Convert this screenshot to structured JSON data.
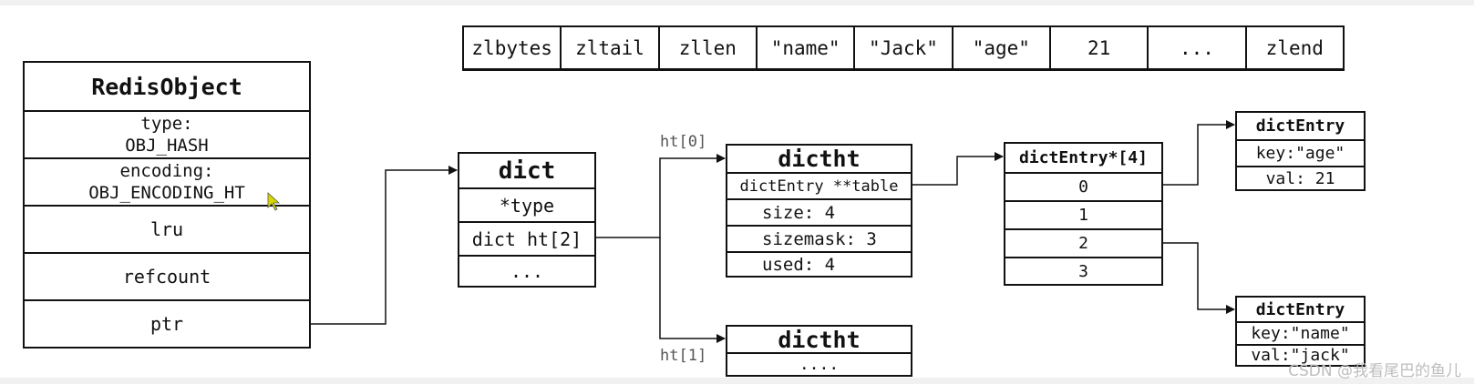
{
  "ziplist": [
    "zlbytes",
    "zltail",
    "zllen",
    "\"name\"",
    "\"Jack\"",
    "\"age\"",
    "21",
    "...",
    "zlend"
  ],
  "redis_object": {
    "title": "RedisObject",
    "type_label": "type:",
    "type_value": "OBJ_HASH",
    "encoding_label": "encoding:",
    "encoding_value": "OBJ_ENCODING_HT",
    "lru": "lru",
    "refcount": "refcount",
    "ptr": "ptr"
  },
  "dict": {
    "title": "dict",
    "type": "*type",
    "ht": "dict ht[2]",
    "more": "..."
  },
  "dictht0": {
    "label": "ht[0]",
    "title": "dictht",
    "table": "dictEntry **table",
    "size": "size: 4",
    "sizemask": "sizemask: 3",
    "used": "used: 4"
  },
  "dictht1": {
    "label": "ht[1]",
    "title": "dictht",
    "more": "...."
  },
  "table": {
    "title": "dictEntry*[4]",
    "slots": [
      "0",
      "1",
      "2",
      "3"
    ]
  },
  "entry_age": {
    "title": "dictEntry",
    "key": "key:\"age\"",
    "val": "val: 21"
  },
  "entry_name": {
    "title": "dictEntry",
    "key": "key:\"name\"",
    "val": "val:\"jack\""
  },
  "watermark": "CSDN @我看尾巴的鱼儿",
  "colors": {
    "line": "#111111",
    "label": "#555555",
    "watermark": "#bdbdbd"
  }
}
